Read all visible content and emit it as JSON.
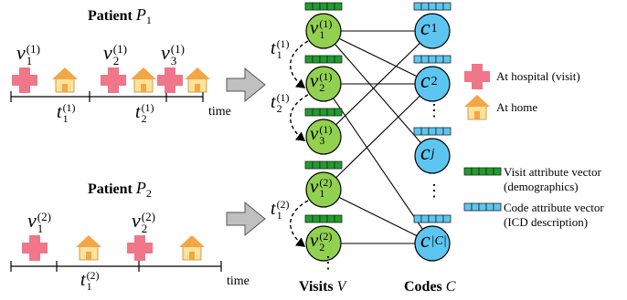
{
  "patient1": {
    "title_prefix": "Patient",
    "title_var": "P",
    "title_sub": "1",
    "visits": [
      {
        "base": "v",
        "sub": "1",
        "sup": "(1)"
      },
      {
        "base": "v",
        "sub": "2",
        "sup": "(1)"
      },
      {
        "base": "v",
        "sub": "3",
        "sup": "(1)"
      }
    ],
    "intervals": [
      {
        "base": "t",
        "sub": "1",
        "sup": "(1)"
      },
      {
        "base": "t",
        "sub": "2",
        "sup": "(1)"
      }
    ],
    "time_label": "time"
  },
  "patient2": {
    "title_prefix": "Patient",
    "title_var": "P",
    "title_sub": "2",
    "visits": [
      {
        "base": "v",
        "sub": "1",
        "sup": "(2)"
      },
      {
        "base": "v",
        "sub": "2",
        "sup": "(2)"
      }
    ],
    "intervals": [
      {
        "base": "t",
        "sub": "1",
        "sup": "(2)"
      }
    ],
    "time_label": "time"
  },
  "graph": {
    "visit_nodes": [
      {
        "base": "v",
        "sub": "1",
        "sup": "(1)"
      },
      {
        "base": "v",
        "sub": "2",
        "sup": "(1)"
      },
      {
        "base": "v",
        "sub": "3",
        "sup": "(1)"
      },
      {
        "base": "v",
        "sub": "1",
        "sup": "(2)"
      },
      {
        "base": "v",
        "sub": "2",
        "sup": "(2)"
      }
    ],
    "code_nodes": [
      {
        "base": "c",
        "sub": "1"
      },
      {
        "base": "c",
        "sub": "2"
      },
      {
        "base": "c",
        "sub": "j"
      },
      {
        "base": "c",
        "sub": "|C|"
      }
    ],
    "interval_labels": [
      {
        "base": "t",
        "sub": "1",
        "sup": "(1)"
      },
      {
        "base": "t",
        "sub": "2",
        "sup": "(1)"
      },
      {
        "base": "t",
        "sub": "1",
        "sup": "(2)"
      }
    ],
    "visits_caption": "Visits",
    "visits_var": "V",
    "codes_caption": "Codes",
    "codes_var": "C",
    "ellipsis": "⋮"
  },
  "legend": {
    "hospital": "At hospital (visit)",
    "home": "At home",
    "visit_vector_line1": "Visit attribute vector",
    "visit_vector_line2": "(demographics)",
    "code_vector_line1": "Code attribute vector",
    "code_vector_line2": "(ICD description)"
  },
  "colors": {
    "visit_node": "#92d050",
    "visit_bar": "#1e9e2c",
    "code_node": "#5cc6f0",
    "code_bar": "#5cc6f0",
    "hospital_cross": "#f0768a",
    "house_roof": "#f3a646",
    "house_body": "#fbe39a",
    "arrow_fill": "#c0c0c0"
  }
}
